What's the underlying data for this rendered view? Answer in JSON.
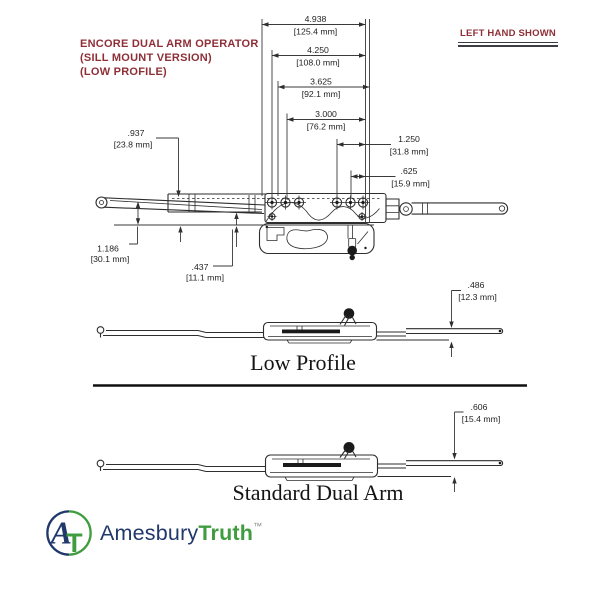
{
  "title": {
    "line1": "ENCORE DUAL ARM OPERATOR",
    "line2": "(SILL MOUNT VERSION)",
    "line3": "(LOW PROFILE)"
  },
  "hand_note": "LEFT HAND SHOWN",
  "colors": {
    "accent_red": "#8e2f38",
    "drawing_line": "#2e2e2e",
    "logo_blue": "#20386b",
    "logo_green": "#3f9c3f"
  },
  "top_view": {
    "dims": {
      "d4938": {
        "in": "4.938",
        "mm": "[125.4 mm]"
      },
      "d4250": {
        "in": "4.250",
        "mm": "[108.0 mm]"
      },
      "d3625": {
        "in": "3.625",
        "mm": "[92.1 mm]"
      },
      "d3000": {
        "in": "3.000",
        "mm": "[76.2 mm]"
      },
      "d1250": {
        "in": "1.250",
        "mm": "[31.8 mm]"
      },
      "d625": {
        "in": ".625",
        "mm": "[15.9 mm]"
      },
      "d937": {
        "in": ".937",
        "mm": "[23.8 mm]"
      },
      "d1186": {
        "in": "1.186",
        "mm": "[30.1 mm]"
      },
      "d437": {
        "in": ".437",
        "mm": "[11.1 mm]"
      }
    }
  },
  "low_profile": {
    "label": "Low Profile",
    "dim": {
      "in": ".486",
      "mm": "[12.3 mm]"
    }
  },
  "standard": {
    "label": "Standard Dual Arm",
    "dim": {
      "in": ".606",
      "mm": "[15.4 mm]"
    }
  },
  "logo": {
    "part1": "Amesbury",
    "part2": "Truth",
    "tm": "™",
    "monogram_a": "A",
    "monogram_t": "T"
  }
}
